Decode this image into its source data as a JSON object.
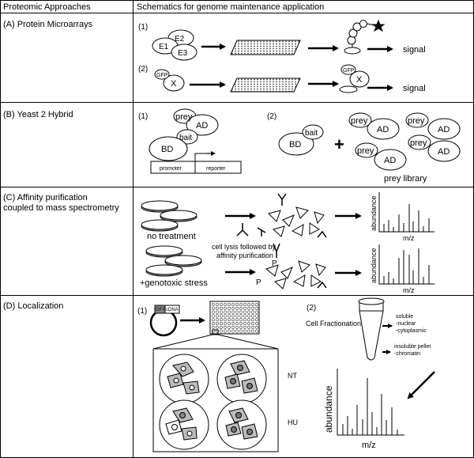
{
  "header": {
    "col1": "Proteomic Approaches",
    "col2": "Schematics for genome maintenance application"
  },
  "rows": {
    "a": {
      "label": "(A) Protein Microarrays",
      "step1": "(1)",
      "step2": "(2)",
      "e1": "E1",
      "e2": "E2",
      "e3": "E3",
      "gfp": "GFP",
      "x": "X",
      "signal1": "signal",
      "signal2": "signal"
    },
    "b": {
      "label": "(B) Yeast 2 Hybrid",
      "step1": "(1)",
      "step2": "(2)",
      "prey": "prey",
      "ad": "AD",
      "bait": "bait",
      "bd": "BD",
      "promoter": "promoter",
      "reporter": "reporter",
      "plus": "+",
      "library": "prey library"
    },
    "c": {
      "label_line1": "(C) Affinity purification",
      "label_line2": "coupled to mass spectrometry",
      "no_treatment": "no treatment",
      "stress": "+genotoxic stress",
      "lysis_line1": "cell lysis followed by",
      "lysis_line2": "affinity purification",
      "p": "P",
      "abundance": "abundance",
      "mz": "m/z"
    },
    "d": {
      "label": "(D) Localization",
      "step1": "(1)",
      "step2": "(2)",
      "gfp": "GFP",
      "cdna": "cDNA",
      "nt": "NT",
      "hu": "HU",
      "fractionation": "Cell Fractionation",
      "soluble_1": "soluble",
      "soluble_2": "-nuclear",
      "soluble_3": "-cytoplasmic",
      "insoluble_1": "insoluble pellet",
      "insoluble_2": "-chromatin",
      "abundance": "abundance",
      "mz": "m/z"
    }
  }
}
